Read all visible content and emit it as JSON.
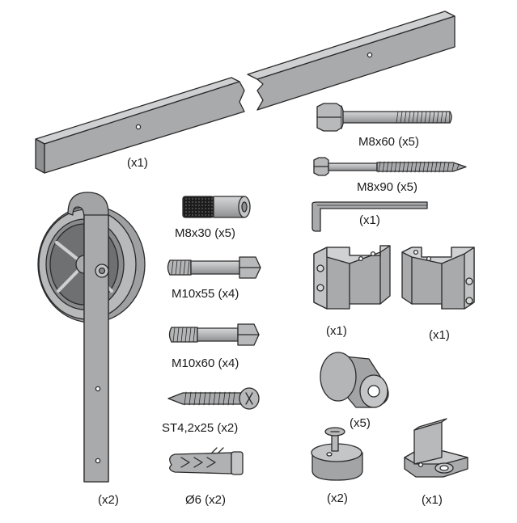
{
  "diagram": {
    "title": "Sliding barn door hardware kit parts",
    "colors": {
      "metal": "#a9aaac",
      "metal_light": "#c8c9cb",
      "metal_dark": "#7d7e80",
      "outline": "#2a2a2a",
      "background": "#ffffff"
    },
    "parts": [
      {
        "id": "track-rail",
        "label": "(x1)"
      },
      {
        "id": "bolt-m8x60",
        "label": "M8x60 (x5)"
      },
      {
        "id": "bolt-m8x90",
        "label": "M8x90 (x5)"
      },
      {
        "id": "hex-key",
        "label": "(x1)"
      },
      {
        "id": "spacer-m8x30",
        "label": "M8x30 (x5)"
      },
      {
        "id": "bolt-m10x55",
        "label": "M10x55 (x4)"
      },
      {
        "id": "bolt-m10x60",
        "label": "M10x60 (x4)"
      },
      {
        "id": "screw-st4",
        "label": "ST4,2x25 (x2)"
      },
      {
        "id": "anchor-6",
        "label": "Ø6 (x2)"
      },
      {
        "id": "hanger-wheel",
        "label": "(x2)"
      },
      {
        "id": "bracket-left",
        "label": "(x1)"
      },
      {
        "id": "bracket-right",
        "label": "(x1)"
      },
      {
        "id": "stopper",
        "label": "(x5)"
      },
      {
        "id": "floor-guide-round",
        "label": "(x2)"
      },
      {
        "id": "floor-guide-l",
        "label": "(x1)"
      }
    ]
  }
}
